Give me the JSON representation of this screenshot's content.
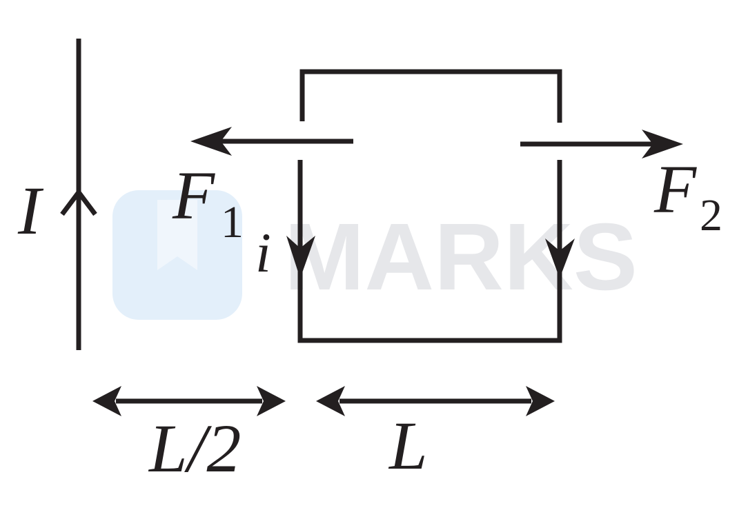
{
  "labels": {
    "wire_current": "I",
    "loop_current": "i",
    "force_left": "F",
    "force_left_sub": "1",
    "force_right": "F",
    "force_right_sub": "2",
    "distance_gap": "L/2",
    "distance_side": "L"
  },
  "watermark": {
    "text": "MARKS",
    "logo_color": "#e3effa",
    "text_color": "#e6e7ea"
  },
  "colors": {
    "ink": "#231f20",
    "background": "#ffffff"
  }
}
